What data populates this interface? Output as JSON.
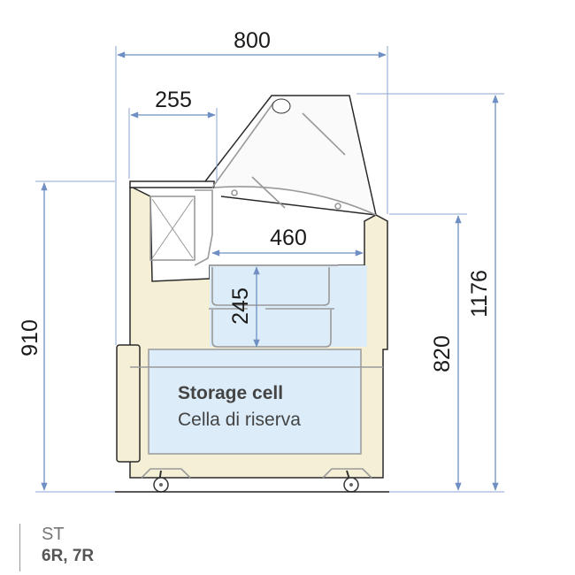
{
  "dimensions": {
    "overall_width": "800",
    "counter_depth": "255",
    "pan_width": "460",
    "pan_height": "245",
    "counter_height": "910",
    "total_height": "1176",
    "rear_height": "820"
  },
  "labels": {
    "storage_en": "Storage cell",
    "storage_it": "Cella di riserva"
  },
  "caption": {
    "series": "ST",
    "models": "6R, 7R"
  },
  "colors": {
    "dimension": "#6f8fc4",
    "body": "#f5efd6",
    "cell": "#dcecf8"
  }
}
